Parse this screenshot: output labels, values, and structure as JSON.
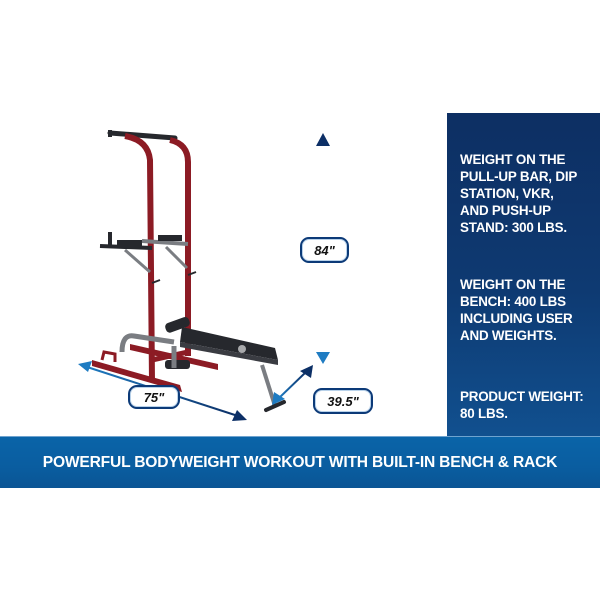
{
  "product_image": {
    "description": "Power tower with pull-up bar, dip station, VKR, push-up stand and flat bench",
    "frame_color": "#8c1b24",
    "bench_color": "#26282d",
    "accent_gray": "#7a7d82"
  },
  "dimensions": {
    "height": "84\"",
    "length": "75\"",
    "width": "39.5\""
  },
  "info_panel": {
    "background": "#0e3a72",
    "blocks": [
      {
        "text": "WEIGHT ON THE\nPULL-UP BAR, DIP\nSTATION, VKR,\nAND PUSH-UP\nSTAND: 300 LBS."
      },
      {
        "text": "WEIGHT ON THE\nBENCH: 400 LBS\nINCLUDING USER\nAND WEIGHTS."
      },
      {
        "text": "PRODUCT WEIGHT:\n80 LBS."
      }
    ]
  },
  "banner": {
    "text": "POWERFUL BODYWEIGHT WORKOUT WITH BUILT-IN BENCH & RACK",
    "background": "#0a5da0"
  },
  "colors": {
    "arrow_dark": "#0c2f66",
    "arrow_light": "#1f7cc2"
  }
}
